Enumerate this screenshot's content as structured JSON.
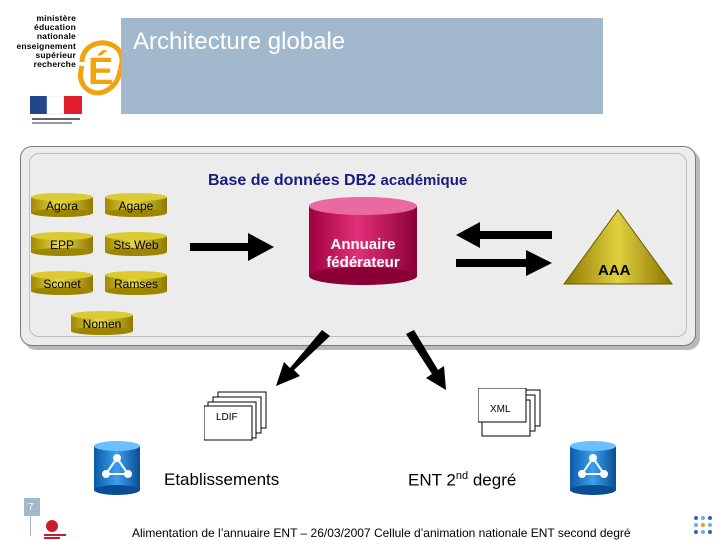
{
  "logo": {
    "lines": [
      "ministère",
      "éducation",
      "nationale",
      "enseignement",
      "supérieur",
      "recherche"
    ],
    "letter": "É"
  },
  "title": "Architecture globale",
  "db_title": "Base de données DB2",
  "db_title_suffix": "académique",
  "sources": [
    {
      "label": "Agora"
    },
    {
      "label": "Agape"
    },
    {
      "label": "EPP"
    },
    {
      "label": "Sts.Web"
    },
    {
      "label": "Sconet"
    },
    {
      "label": "Ramses"
    },
    {
      "label": "Nomen"
    }
  ],
  "annuaire": {
    "line1": "Annuaire",
    "line2": "fédérateur"
  },
  "aaa": "AAA",
  "ldif": "LDIF",
  "xml": "XML",
  "etablissements": "Etablissements",
  "ent": {
    "main": "ENT 2",
    "sup": "nd",
    "end": " degré"
  },
  "page_number": "7",
  "footer": "Alimentation de l’annuaire ENT – 26/03/2007 Cellule d’animation nationale ENT second degré",
  "colors": {
    "title_bar": "#a2b9cd",
    "cylinder_yellow": "#c8b000",
    "annuaire_pink": "#d0115e",
    "aaa_yellow": "#c0a800",
    "db_title_text": "#1a1a80",
    "db_icon_blue": "#1a7fd0"
  }
}
